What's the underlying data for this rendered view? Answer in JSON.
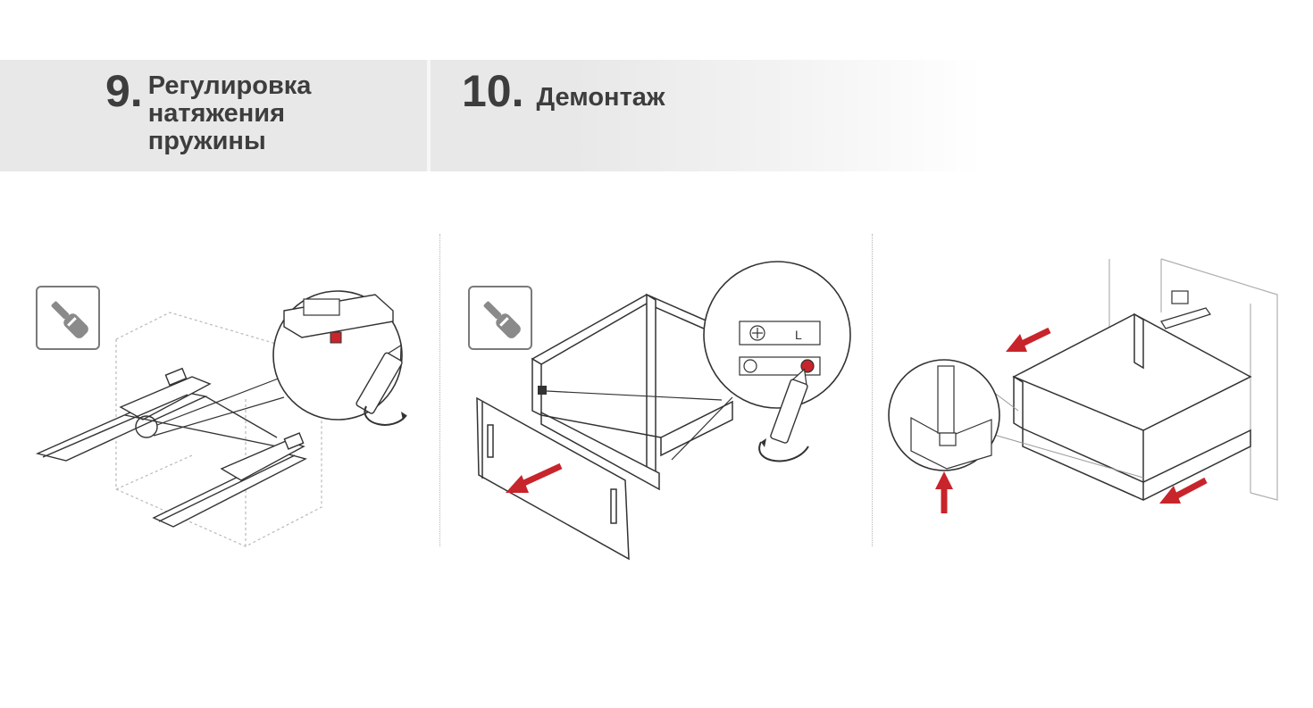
{
  "header": {
    "step9": {
      "number": "9.",
      "title_lines": [
        "Регулировка",
        "натяжения",
        "пружины"
      ]
    },
    "step10": {
      "number": "10.",
      "title": "Демонтаж"
    }
  },
  "icons": {
    "tool": "screwdriver-icon",
    "arrow_color": "#c8242b",
    "highlight_color": "#c8242b"
  },
  "colors": {
    "band": "#e8e8e8",
    "text": "#3d3d3d",
    "line": "#333333"
  },
  "zoom_label": "L"
}
